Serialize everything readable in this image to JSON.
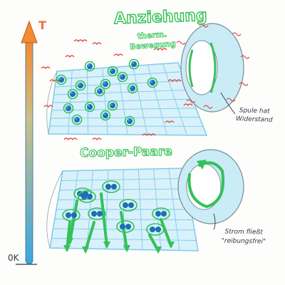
{
  "labels": {
    "axis": "T",
    "zero": "0K",
    "title_top": "Anziehung",
    "subtitle_top": "therm. Bewegung",
    "title_bottom": "Cooper-Paare",
    "note_top": "Spule hat Widerstand",
    "note_bottom": "Strom fließt \"reibungsfrei\""
  },
  "colors": {
    "grid": "#7fcbe8",
    "grid_fill": "#d8f1fb",
    "electron": "#1d6fb3",
    "electron_core": "#2aa8e8",
    "green": "#35c159",
    "red": "#e0433a",
    "ring": "#c9ecf7",
    "axis_top": "#f28a32",
    "axis_bottom": "#3aa6e0"
  },
  "icons": [
    "temperature-arrow-icon",
    "coil-ring-icon",
    "electron-icon",
    "cooper-pair-icon"
  ]
}
